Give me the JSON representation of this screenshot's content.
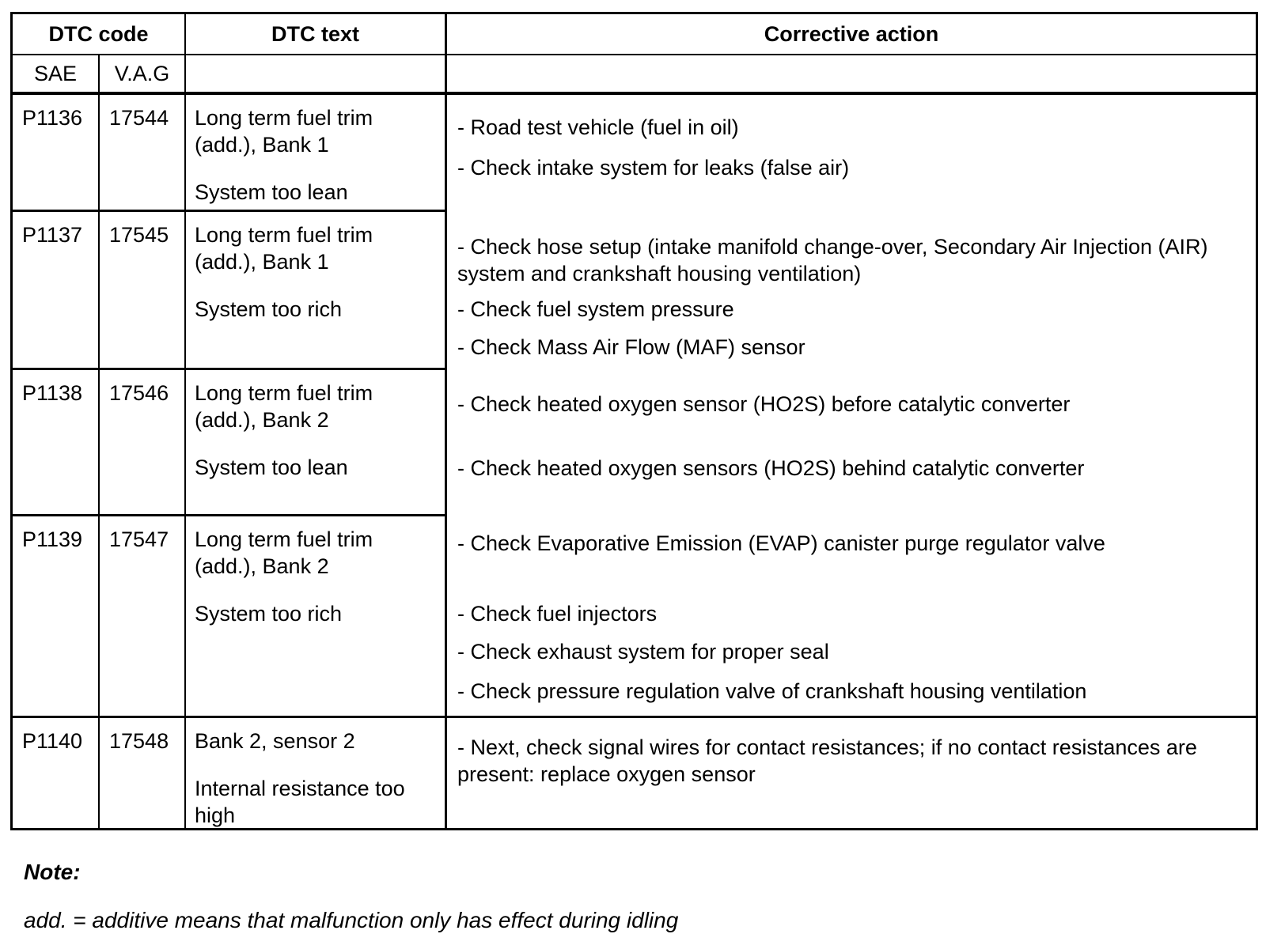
{
  "table": {
    "headers": {
      "dtc_code": "DTC code",
      "dtc_text": "DTC text",
      "corrective_action": "Corrective action"
    },
    "subheaders": {
      "sae": "SAE",
      "vag": "V.A.G"
    },
    "rows": [
      {
        "sae": "P1136",
        "vag": "17544",
        "desc_line1": "Long term fuel trim",
        "desc_line2": "(add.), Bank 1",
        "status": "System too lean"
      },
      {
        "sae": "P1137",
        "vag": "17545",
        "desc_line1": "Long term fuel trim",
        "desc_line2": "(add.), Bank 1",
        "status": "System too rich"
      },
      {
        "sae": "P1138",
        "vag": "17546",
        "desc_line1": "Long term fuel trim",
        "desc_line2": "(add.), Bank 2",
        "status": "System too lean"
      },
      {
        "sae": "P1139",
        "vag": "17547",
        "desc_line1": "Long term fuel trim",
        "desc_line2": "(add.), Bank 2",
        "status": "System too rich"
      },
      {
        "sae": "P1140",
        "vag": "17548",
        "desc_line1": "Bank 2, sensor 2",
        "status": "Internal resistance too high"
      }
    ],
    "shared_actions": [
      "- Road test vehicle (fuel in oil)",
      "- Check intake system for leaks (false air)",
      "- Check hose setup (intake manifold change-over, Secondary Air Injection (AIR) system and crankshaft housing ventilation)",
      "- Check fuel system pressure",
      "- Check Mass Air Flow (MAF) sensor",
      "- Check heated oxygen sensor (HO2S) before catalytic converter",
      "- Check heated oxygen sensors (HO2S) behind catalytic converter",
      "- Check Evaporative Emission (EVAP) canister purge regulator valve",
      "- Check fuel injectors",
      "- Check exhaust system for proper seal",
      "- Check pressure regulation valve of crankshaft housing ventilation"
    ],
    "p1140_action": "- Next, check signal wires for contact resistances; if no contact resistances are present: replace oxygen sensor"
  },
  "note": {
    "title": "Note:",
    "body": "add. = additive means that malfunction only has effect during idling"
  },
  "colors": {
    "text": "#000000",
    "background": "#ffffff",
    "border": "#000000"
  }
}
